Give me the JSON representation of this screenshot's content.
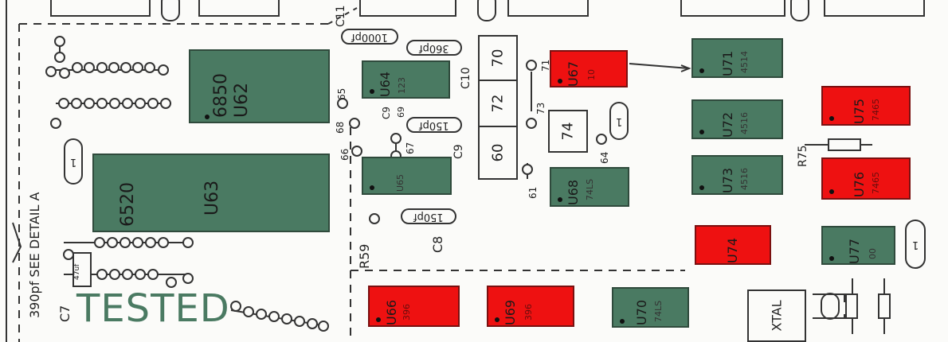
{
  "chips": [
    {
      "id": "u62",
      "name": "6850",
      "ref": "U62",
      "status": "tested"
    },
    {
      "id": "u63",
      "name": "6520",
      "ref": "U63",
      "status": "tested"
    },
    {
      "id": "u64",
      "name": "123",
      "ref": "U64",
      "status": "tested"
    },
    {
      "id": "u65",
      "name": "",
      "ref": "U65",
      "status": "tested"
    },
    {
      "id": "u66",
      "name": "396",
      "ref": "U66",
      "status": "failed"
    },
    {
      "id": "u67",
      "name": "10",
      "ref": "U67",
      "status": "failed"
    },
    {
      "id": "u68",
      "name": "74LS",
      "ref": "U68",
      "status": "tested"
    },
    {
      "id": "u69",
      "name": "396",
      "ref": "U69",
      "status": "failed"
    },
    {
      "id": "u70",
      "name": "74LS",
      "ref": "U70",
      "status": "tested"
    },
    {
      "id": "u71",
      "name": "4514",
      "ref": "U71",
      "status": "tested"
    },
    {
      "id": "u72",
      "name": "4516",
      "ref": "U72",
      "status": "tested"
    },
    {
      "id": "u73",
      "name": "4516",
      "ref": "U73",
      "status": "tested"
    },
    {
      "id": "u74",
      "name": "",
      "ref": "U74",
      "status": "failed"
    },
    {
      "id": "u75",
      "name": "7465",
      "ref": "U75",
      "status": "failed"
    },
    {
      "id": "u76",
      "name": "7465",
      "ref": "U76",
      "status": "failed"
    },
    {
      "id": "u77",
      "name": "00",
      "ref": "U77",
      "status": "tested"
    }
  ],
  "caps": {
    "c1000": "1000pf",
    "c360": "360pf",
    "c150a": "150pf",
    "c150b": "150pf",
    "c1": "1"
  },
  "numbers": {
    "n60": "60",
    "n61": "61",
    "n64": "64",
    "n65": "65",
    "n66": "66",
    "n67": "67",
    "n68": "68",
    "n69": "69",
    "n70": "70",
    "n71": "71",
    "n72": "72",
    "n73": "73",
    "n74": "74"
  },
  "labels": {
    "c7": "C7",
    "c8": "C8",
    "c9": "C9",
    "c10": "C10",
    "c11": "C11",
    "r59": "R59",
    "r75": "R75",
    "cap47": "47uf",
    "see_detail": "390pf SEE DETAIL A",
    "xtal": "XTAL",
    "right_cap": "1"
  },
  "stamp": "TESTED",
  "colors": {
    "tested": "#4a7a62",
    "failed": "#ee1111"
  }
}
